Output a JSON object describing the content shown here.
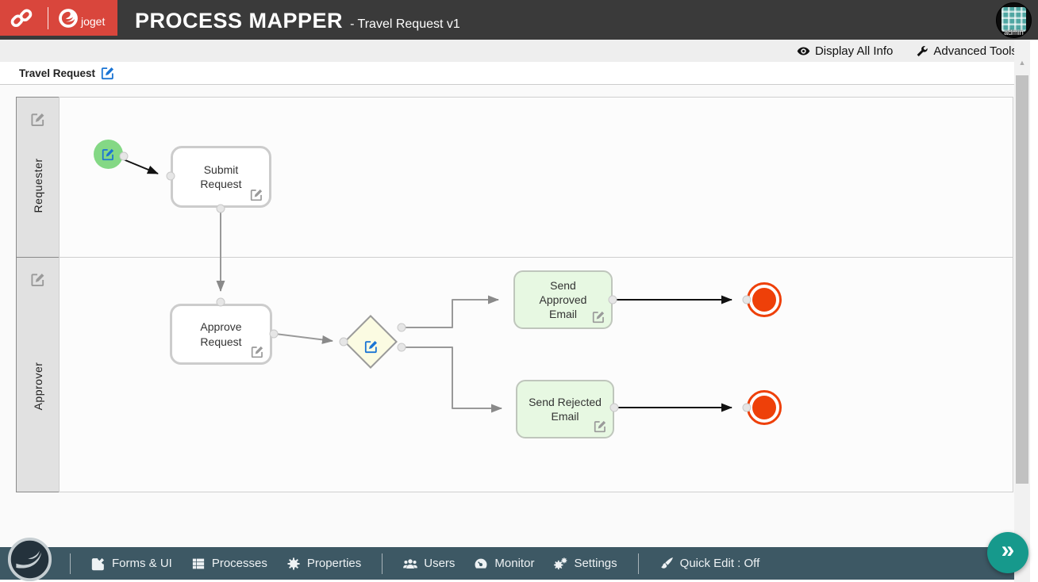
{
  "colors": {
    "header_bg": "#3a3a3a",
    "brand_red": "#d9463c",
    "toolbar_bg": "#eeeeee",
    "footer_bg": "#3d5864",
    "accent_teal": "#16998c",
    "start_green": "#84d885",
    "task_green": "#e7f8e2",
    "gateway_fill": "#fbfbe2",
    "end_orange": "#ee4009",
    "edit_blue": "#1a74d4"
  },
  "header": {
    "app_title": "PROCESS MAPPER",
    "app_subtitle": "- Travel Request v1",
    "brand_name": "joget",
    "avatar_label": "admin"
  },
  "toolbar": {
    "display_all_info_label": "Display All Info",
    "advanced_tools_label": "Advanced Tools"
  },
  "process": {
    "name": "Travel Request"
  },
  "diagram": {
    "lanes": [
      {
        "label": "Requester"
      },
      {
        "label": "Approver"
      }
    ],
    "nodes": {
      "start_event": {
        "type": "start-event"
      },
      "submit_request": {
        "label": "Submit Request"
      },
      "approve_request": {
        "label": "Approve Request"
      },
      "decision_gateway": {
        "type": "decision-gateway"
      },
      "send_approved_email": {
        "label": "Send Approved Email"
      },
      "send_rejected_email": {
        "label": "Send Rejected Email"
      }
    }
  },
  "footer": {
    "items": [
      {
        "label": "Forms & UI",
        "icon": "form-edit",
        "divider_before": false
      },
      {
        "label": "Processes",
        "icon": "process-list",
        "divider_before": false
      },
      {
        "label": "Properties",
        "icon": "gear",
        "divider_before": false
      },
      {
        "label": "Users",
        "icon": "users",
        "divider_before": true
      },
      {
        "label": "Monitor",
        "icon": "monitor-gauge",
        "divider_before": false
      },
      {
        "label": "Settings",
        "icon": "gears",
        "divider_before": false
      },
      {
        "label": "Quick Edit : Off",
        "icon": "brush",
        "divider_before": true
      }
    ],
    "expand_button_glyph": "»"
  },
  "scrollbar": {
    "up_arrow_glyph": "▲"
  }
}
